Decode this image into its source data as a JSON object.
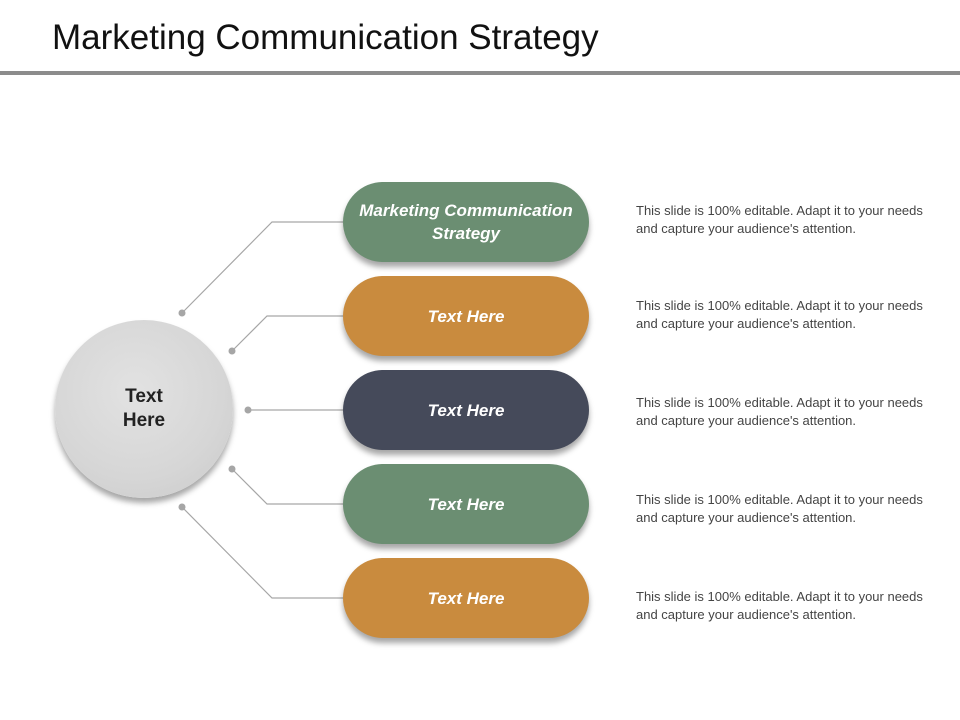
{
  "title": "Marketing Communication Strategy",
  "colors": {
    "green": "#6b8e72",
    "orange": "#c98b3e",
    "slate": "#454a5a",
    "hub": "#d6d6d6",
    "connector": "#a6a6a6"
  },
  "hub": {
    "label": "Text Here"
  },
  "items": [
    {
      "label": "Marketing Communication Strategy",
      "color": "#6b8e72",
      "description": "This slide is 100% editable. Adapt it to your needs and capture your audience's attention."
    },
    {
      "label": "Text Here",
      "color": "#c98b3e",
      "description": "This slide is 100% editable. Adapt it to your needs and capture your audience's attention."
    },
    {
      "label": "Text Here",
      "color": "#454a5a",
      "description": "This slide is 100% editable. Adapt it to your needs and capture your audience's attention."
    },
    {
      "label": "Text Here",
      "color": "#6b8e72",
      "description": "This slide is 100% editable. Adapt it to your needs and capture your audience's attention."
    },
    {
      "label": "Text Here",
      "color": "#c98b3e",
      "description": "This slide is 100% editable. Adapt it to your needs and capture your audience's attention."
    }
  ]
}
